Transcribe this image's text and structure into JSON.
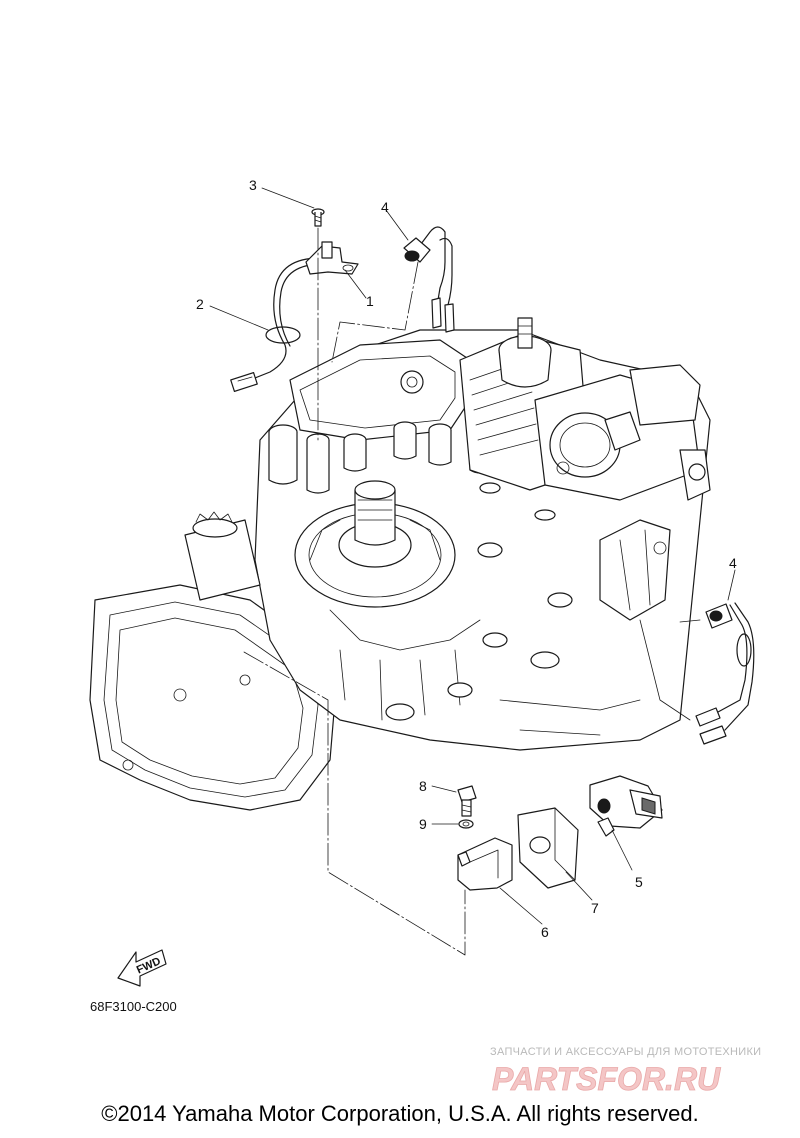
{
  "callouts": [
    {
      "id": "3",
      "label": "3"
    },
    {
      "id": "4a",
      "label": "4"
    },
    {
      "id": "2",
      "label": "2"
    },
    {
      "id": "1",
      "label": "1"
    },
    {
      "id": "4b",
      "label": "4"
    },
    {
      "id": "8",
      "label": "8"
    },
    {
      "id": "9",
      "label": "9"
    },
    {
      "id": "5",
      "label": "5"
    },
    {
      "id": "7",
      "label": "7"
    },
    {
      "id": "6",
      "label": "6"
    }
  ],
  "fwd_label": "FWD",
  "reference_code": "68F3100-C200",
  "watermark": {
    "top_text": "ЗАПЧАСТИ И АКСЕССУАРЫ ДЛЯ МОТОТЕХНИКИ",
    "logo_text": "PARTSFOR.RU"
  },
  "copyright": "©2014 Yamaha Motor Corporation, U.S.A. All rights reserved.",
  "colors": {
    "line": "#1a1a1a",
    "background": "#ffffff",
    "watermark_logo": "#f4c6c6",
    "watermark_text": "#b9b9b9"
  }
}
